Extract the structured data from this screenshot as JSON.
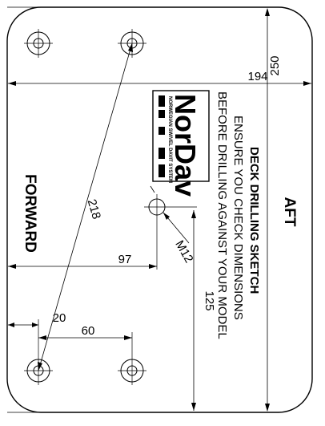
{
  "labels": {
    "aft": "AFT",
    "forward": "FORWARD",
    "title": "DECK DRILLING SKETCH",
    "note_line1": "ENSURE YOU CHECK DIMENSIONS",
    "note_line2": "BEFORE DRILLING AGAINST YOUR MODEL"
  },
  "logo": {
    "brand": "NorDav",
    "tagline": "NORWEGIAN SWIVEL DAVIT SYSTEM"
  },
  "dimensions": {
    "plate_length": "250",
    "plate_width": "194",
    "diagonal": "218",
    "center_to_edge": "97",
    "hole_spacing": "60",
    "edge_offset": "20",
    "center_offset": "125",
    "center_hole": "M12"
  }
}
